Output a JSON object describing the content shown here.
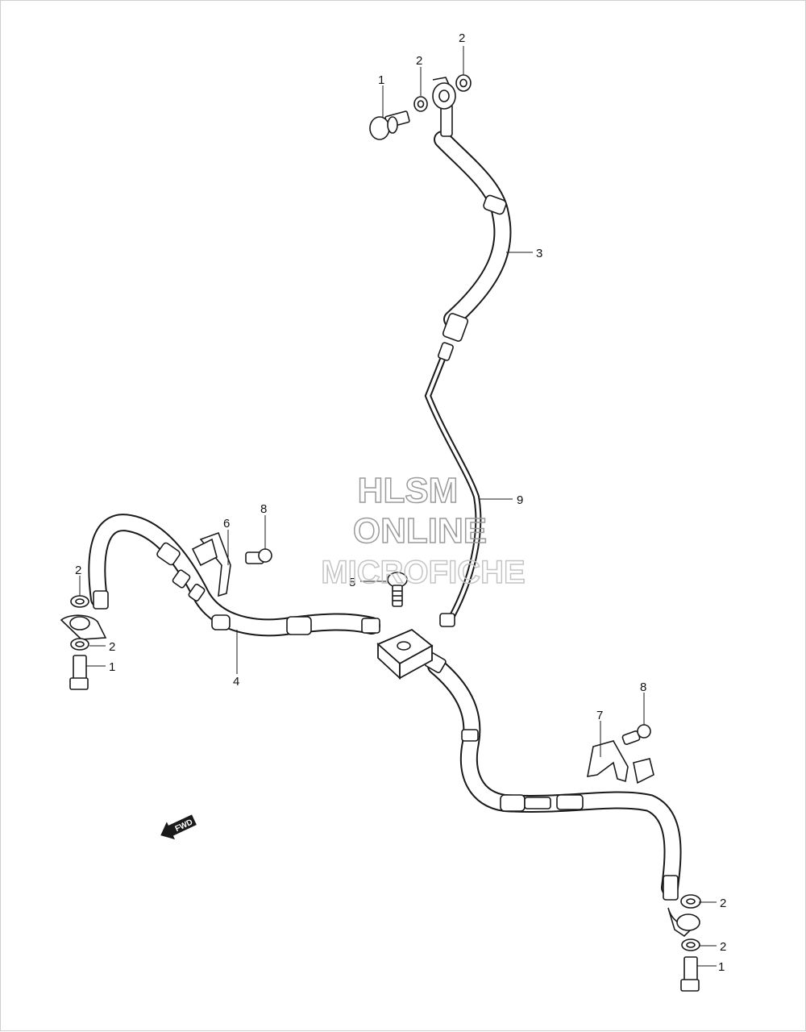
{
  "diagram": {
    "callouts": {
      "c1_top": "1",
      "c2_top_a": "2",
      "c2_top_b": "2",
      "c3": "3",
      "c9": "9",
      "c6": "6",
      "c8_left": "8",
      "c5": "5",
      "c2_left_a": "2",
      "c2_left_b": "2",
      "c1_left": "1",
      "c4": "4",
      "c8_right": "8",
      "c7": "7",
      "c2_right_a": "2",
      "c2_right_b": "2",
      "c1_right": "1"
    },
    "watermark": {
      "line1": "HLSM",
      "line2": "ONLINE",
      "line3": "MICROFICHE",
      "color": "#9a9a9a",
      "color_light": "#c4c4c4"
    },
    "fwd_arrow": {
      "label": "FWD",
      "icon": "forward-arrow-icon"
    },
    "colors": {
      "line": "#1a1a1a",
      "background": "#ffffff"
    }
  }
}
